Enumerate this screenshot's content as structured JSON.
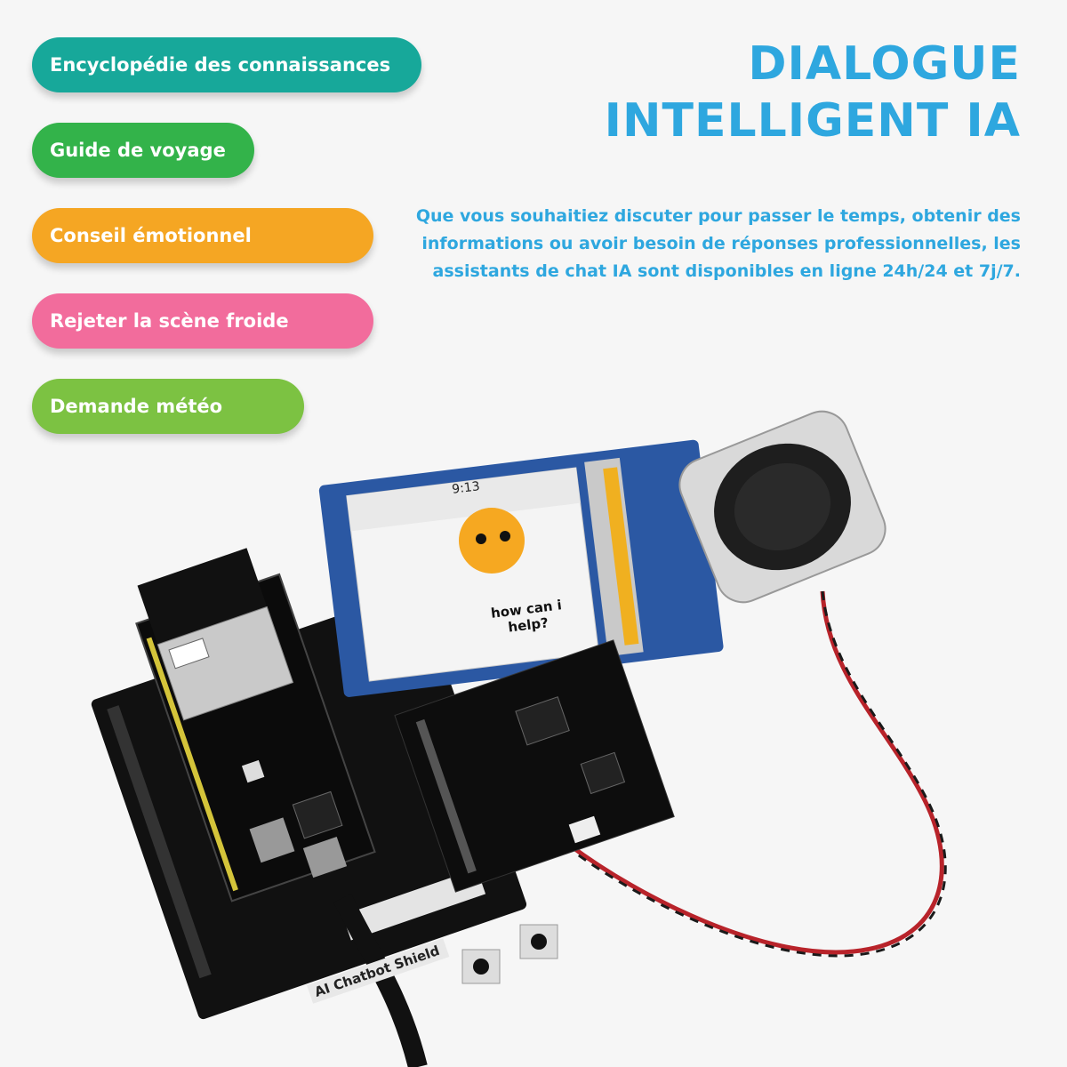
{
  "feature_pills": [
    {
      "label": "Encyclopédie des connaissances",
      "color": "#17a89a"
    },
    {
      "label": "Guide de voyage",
      "color": "#33b34a"
    },
    {
      "label": "Conseil émotionnel",
      "color": "#f5a623"
    },
    {
      "label": "Rejeter la scène froide",
      "color": "#f26c9c"
    },
    {
      "label": "Demande météo",
      "color": "#7cc242"
    }
  ],
  "headline": {
    "line1": "DIALOGUE",
    "line2": "INTELLIGENT IA",
    "color": "#2ea7df"
  },
  "description": "Que vous souhaitiez discuter pour passer le temps, obtenir des informations ou avoir besoin de réponses professionnelles, les assistants de chat IA sont disponibles en ligne 24h/24 et 7j/7.",
  "device": {
    "screen_time": "9:13",
    "screen_message": "how can i help?",
    "board_label": "AI Chatbot Shield",
    "face_icon": "face-icon",
    "speaker_icon": "speaker-icon"
  }
}
